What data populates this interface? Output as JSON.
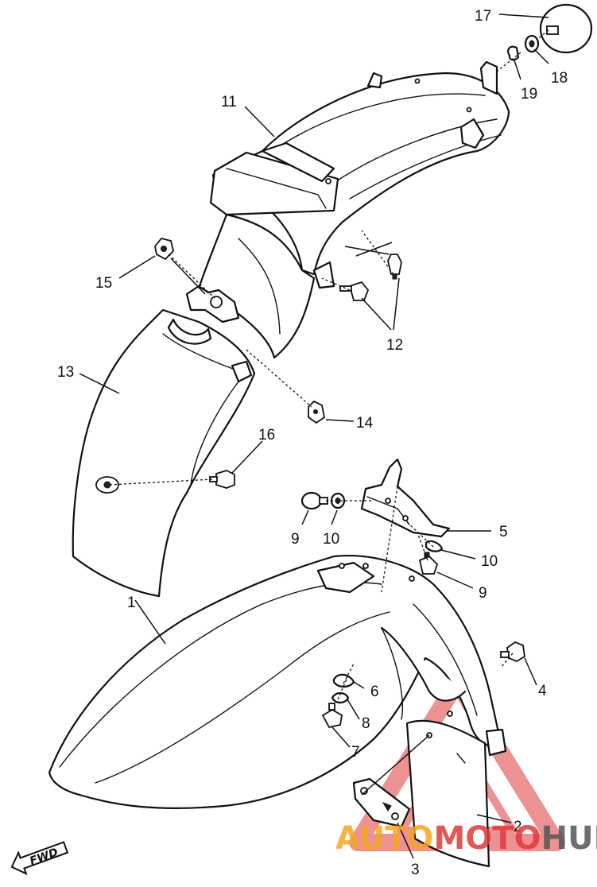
{
  "callouts": [
    {
      "id": "c17",
      "label": "17"
    },
    {
      "id": "c18",
      "label": "18"
    },
    {
      "id": "c19",
      "label": "19"
    },
    {
      "id": "c11",
      "label": "11"
    },
    {
      "id": "c15",
      "label": "15"
    },
    {
      "id": "c12",
      "label": "12"
    },
    {
      "id": "c13",
      "label": "13"
    },
    {
      "id": "c14",
      "label": "14"
    },
    {
      "id": "c16",
      "label": "16"
    },
    {
      "id": "c9a",
      "label": "9"
    },
    {
      "id": "c10a",
      "label": "10"
    },
    {
      "id": "c5",
      "label": "5"
    },
    {
      "id": "c10b",
      "label": "10"
    },
    {
      "id": "c9b",
      "label": "9"
    },
    {
      "id": "c1",
      "label": "1"
    },
    {
      "id": "c4",
      "label": "4"
    },
    {
      "id": "c6",
      "label": "6"
    },
    {
      "id": "c8",
      "label": "8"
    },
    {
      "id": "c7",
      "label": "7"
    },
    {
      "id": "c2",
      "label": "2"
    },
    {
      "id": "c3",
      "label": "3"
    }
  ],
  "direction_marker": "FWD",
  "watermark": {
    "part1": "AUTO",
    "part2": "MOTO",
    "part3": "HUB",
    "color_orange": "#f5a623",
    "color_red": "#e03a3a",
    "color_grey": "#555555"
  }
}
